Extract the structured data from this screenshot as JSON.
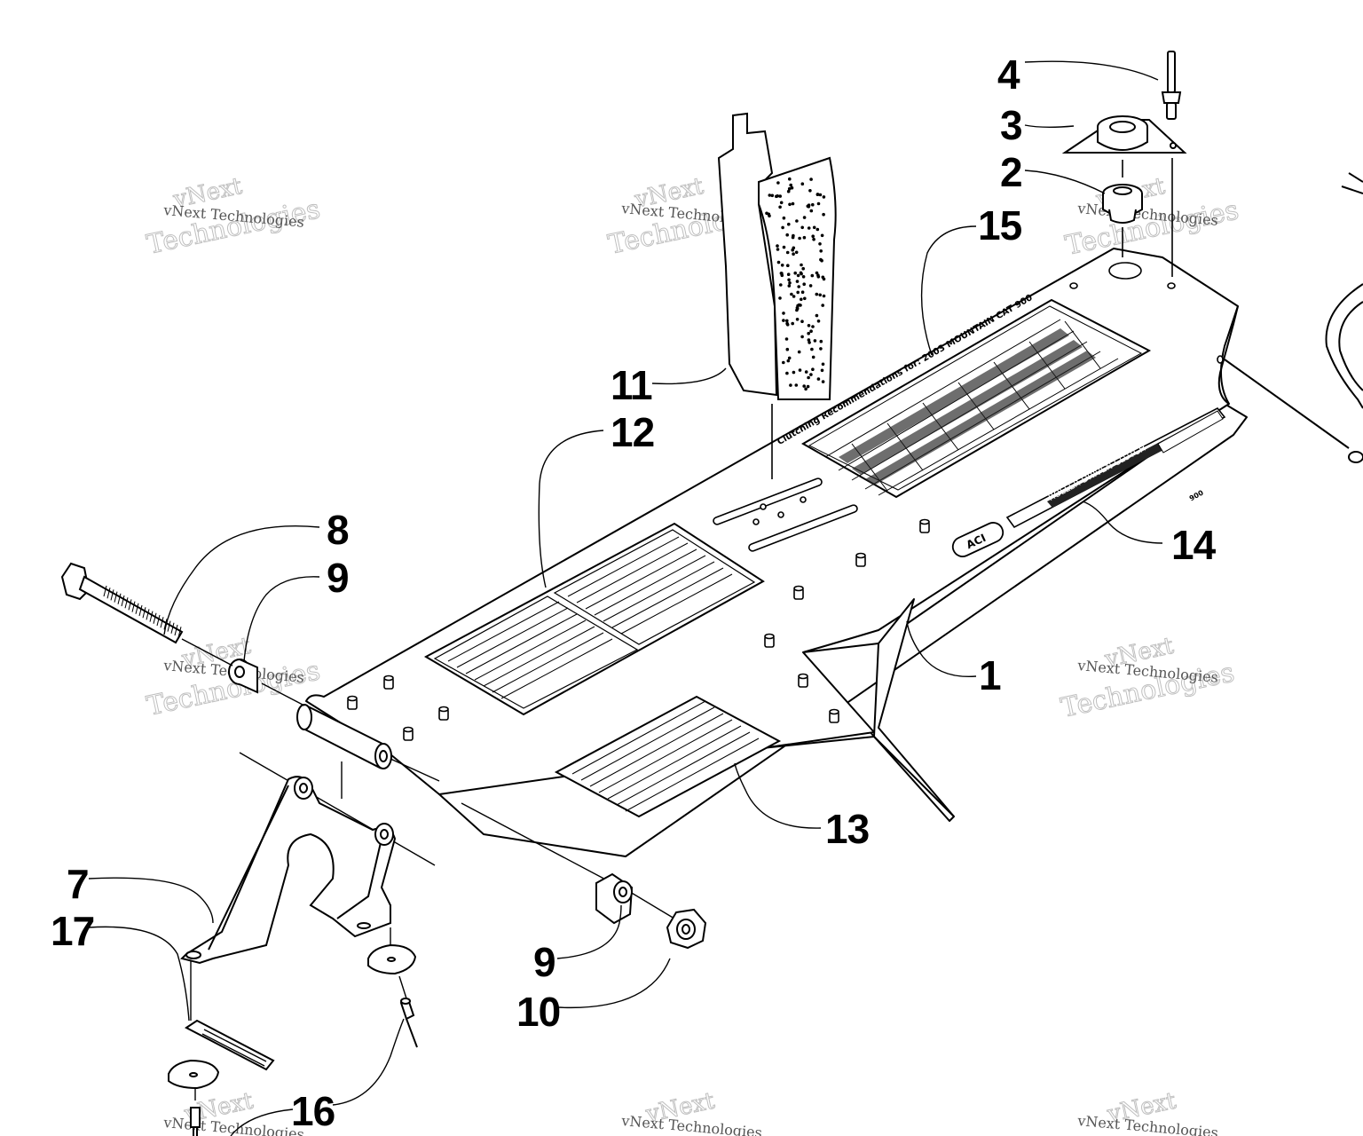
{
  "watermark": {
    "line1": "vNext",
    "line2": "Technologies",
    "small": "vNext Technologies"
  },
  "callouts": [
    "1",
    "2",
    "3",
    "4",
    "7",
    "8",
    "9",
    "9",
    "10",
    "11",
    "12",
    "13",
    "14",
    "15",
    "16",
    "17"
  ],
  "decals": {
    "clutch_title": "Clutching Recommendations for:  2003 MOUNTAIN CAT 900",
    "driven_clutch": "ROLLER DRIVEN CLUTCH",
    "driven_code": "900",
    "logo": "ACI"
  }
}
